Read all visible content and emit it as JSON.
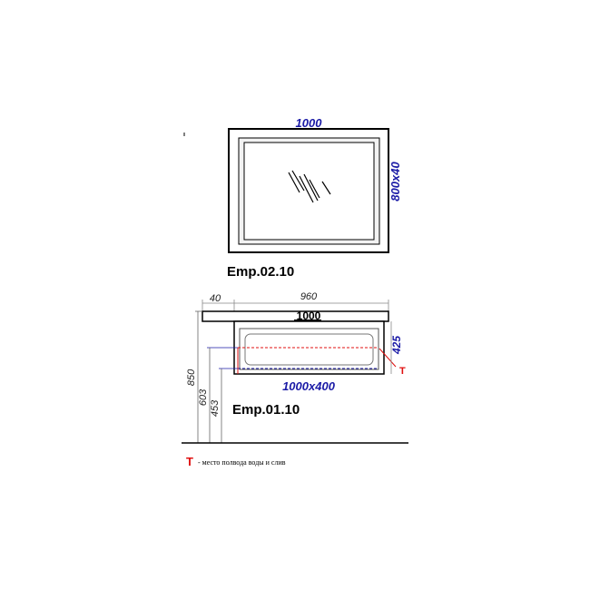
{
  "mirror": {
    "model": "Emp.02.10",
    "width_label": "1000",
    "size_label": "800x40"
  },
  "vanity": {
    "model": "Emp.01.10",
    "overhang_label": "40",
    "inner_width_label": "960",
    "top_width_label": "1000",
    "height_label": "425",
    "size_label": "1000x400",
    "marker": "T",
    "heights": {
      "total": "850",
      "mid": "603",
      "low": "453"
    }
  },
  "legend": {
    "marker": "T",
    "text": "- место полвода воды и слив"
  },
  "colors": {
    "dimension": "#1a1aa6",
    "marker": "#e01010",
    "line": "#000000"
  }
}
